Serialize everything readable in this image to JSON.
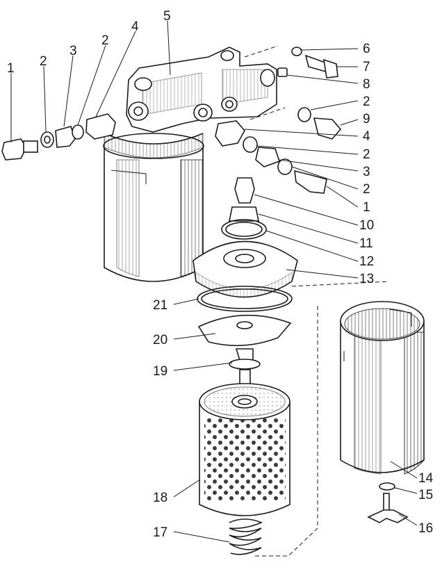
{
  "labels": {
    "p1a": "1",
    "p2a": "2",
    "p3a": "3",
    "p2b": "2",
    "p4a": "4",
    "p5": "5",
    "p6": "6",
    "p7": "7",
    "p8": "8",
    "p2c": "2",
    "p9": "9",
    "p4b": "4",
    "p2d": "2",
    "p3b": "3",
    "p2e": "2",
    "p1b": "1",
    "p10": "10",
    "p11": "11",
    "p12": "12",
    "p13": "13",
    "p21": "21",
    "p20": "20",
    "p19": "19",
    "p18": "18",
    "p17": "17",
    "p14": "14",
    "p15": "15",
    "p16": "16"
  },
  "colors": {
    "ink": "#1a1a1a",
    "paper": "#ffffff"
  }
}
